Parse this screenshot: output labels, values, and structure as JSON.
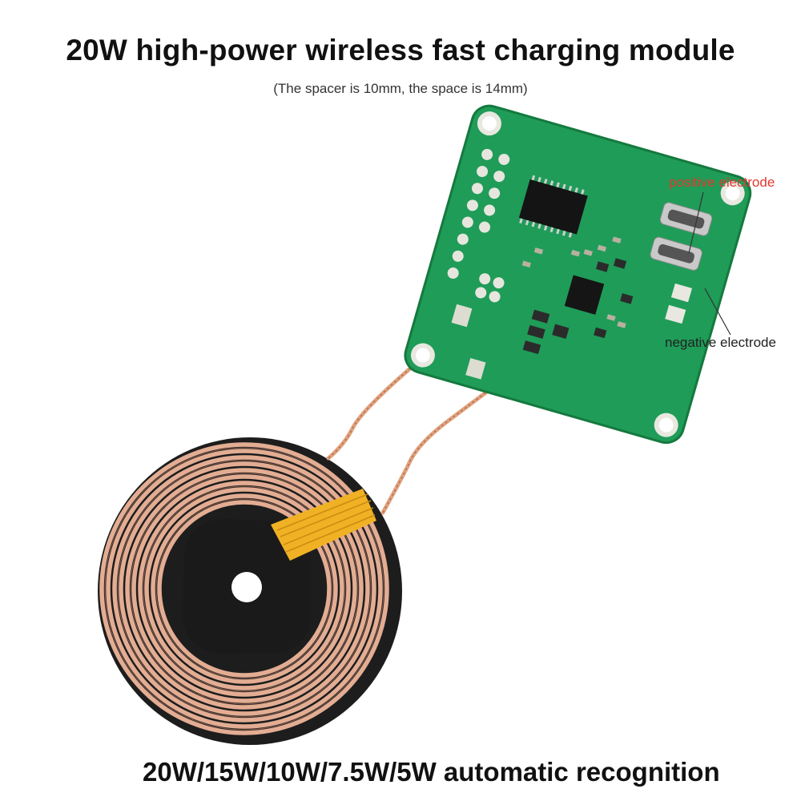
{
  "title": "20W high-power wireless fast charging module",
  "subtitle": "(The spacer is 10mm, the space is 14mm)",
  "labels": {
    "positive": "positive electrode",
    "negative": "negative electrode"
  },
  "footer": "20W/15W/10W/7.5W/5W automatic recognition",
  "colors": {
    "pcb": "#1c9a57",
    "copper": "#e0a98e",
    "tape": "#f2b21f",
    "positive_label": "#e2372f"
  }
}
